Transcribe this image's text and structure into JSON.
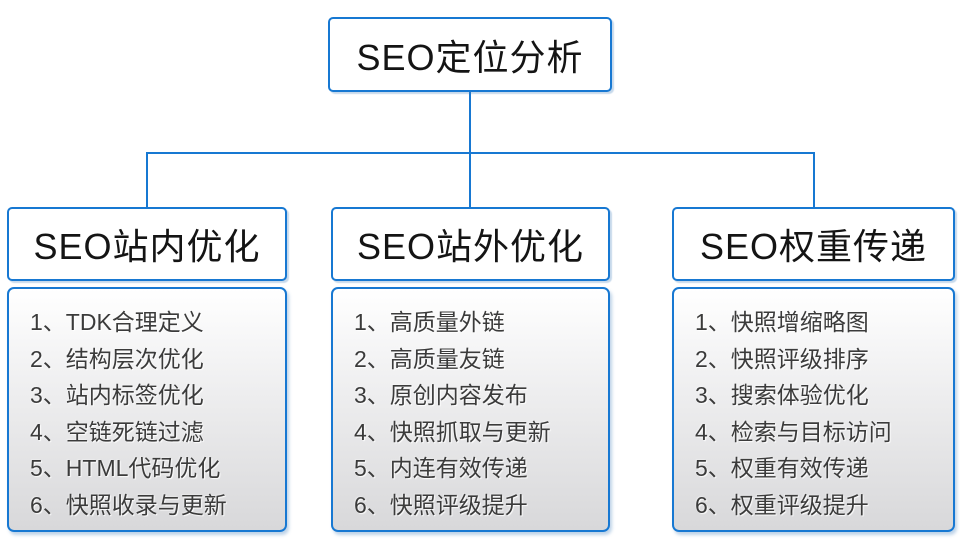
{
  "diagram": {
    "root": {
      "label": "SEO定位分析"
    },
    "branches": [
      {
        "title": "SEO站内优化",
        "items": [
          "1、TDK合理定义",
          "2、结构层次优化",
          "3、站内标签优化",
          "4、空链死链过滤",
          "5、HTML代码优化",
          "6、快照收录与更新"
        ]
      },
      {
        "title": "SEO站外优化",
        "items": [
          "1、高质量外链",
          "2、高质量友链",
          "3、原创内容发布",
          "4、快照抓取与更新",
          "5、内连有效传递",
          "6、快照评级提升"
        ]
      },
      {
        "title": "SEO权重传递",
        "items": [
          "1、快照增缩略图",
          "2、快照评级排序",
          "3、搜索体验优化",
          "4、检索与目标访问",
          "5、权重有效传递",
          "6、权重评级提升"
        ]
      }
    ],
    "colors": {
      "accent_blue": "#1778d2",
      "header_text": "#141414",
      "list_text": "#3b3b3b",
      "list_bg_top": "#ffffff",
      "list_bg_bottom": "#d8d8da"
    }
  }
}
